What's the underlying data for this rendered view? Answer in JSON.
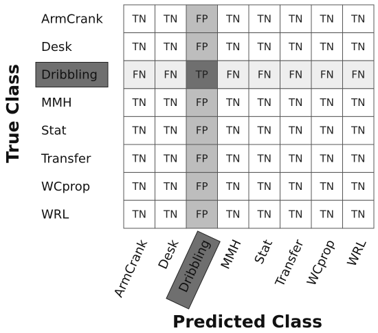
{
  "axes": {
    "y_title": "True Class",
    "x_title": "Predicted Class"
  },
  "classes": [
    "ArmCrank",
    "Desk",
    "Dribbling",
    "MMH",
    "Stat",
    "Transfer",
    "WCprop",
    "WRL"
  ],
  "highlight_class": "Dribbling",
  "cells": [
    [
      "TN",
      "TN",
      "FP",
      "TN",
      "TN",
      "TN",
      "TN",
      "TN"
    ],
    [
      "TN",
      "TN",
      "FP",
      "TN",
      "TN",
      "TN",
      "TN",
      "TN"
    ],
    [
      "FN",
      "FN",
      "TP",
      "FN",
      "FN",
      "FN",
      "FN",
      "FN"
    ],
    [
      "TN",
      "TN",
      "FP",
      "TN",
      "TN",
      "TN",
      "TN",
      "TN"
    ],
    [
      "TN",
      "TN",
      "FP",
      "TN",
      "TN",
      "TN",
      "TN",
      "TN"
    ],
    [
      "TN",
      "TN",
      "FP",
      "TN",
      "TN",
      "TN",
      "TN",
      "TN"
    ],
    [
      "TN",
      "TN",
      "FP",
      "TN",
      "TN",
      "TN",
      "TN",
      "TN"
    ],
    [
      "TN",
      "TN",
      "FP",
      "TN",
      "TN",
      "TN",
      "TN",
      "TN"
    ]
  ],
  "colors": {
    "TN": "#ffffff",
    "FN": "#eeeeee",
    "FP": "#bdbdbd",
    "TP": "#6f6f6f",
    "highlight_box": "#6f6f6f",
    "highlight_text": "#ffffff",
    "grid": "#555555"
  }
}
